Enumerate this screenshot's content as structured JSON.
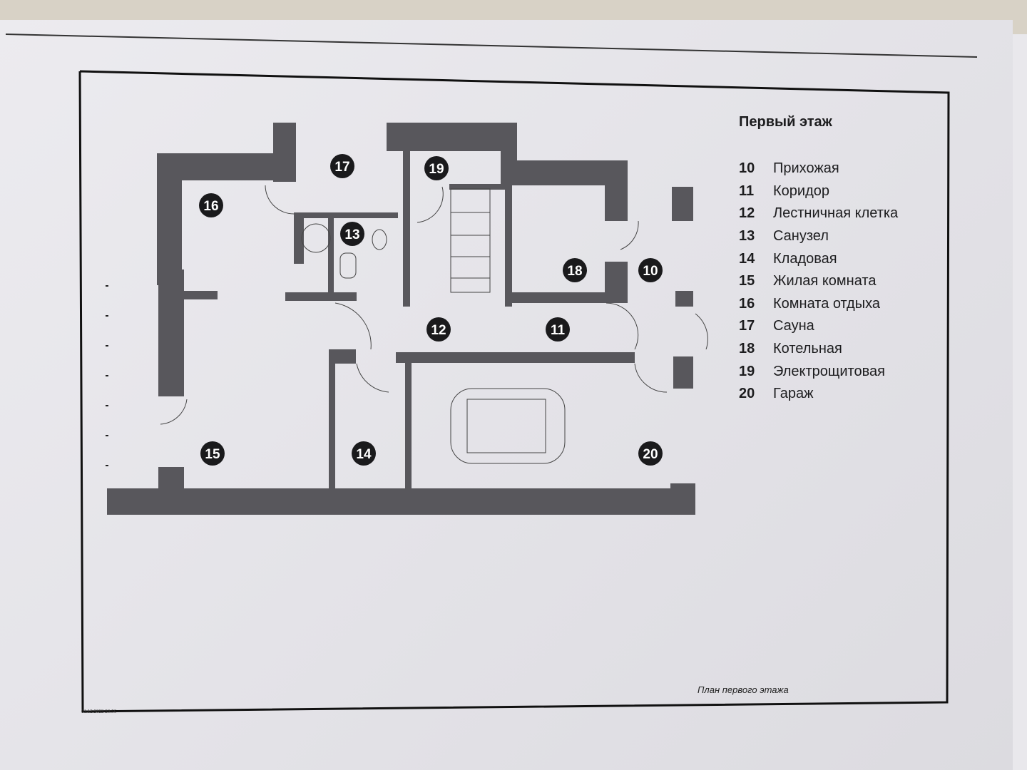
{
  "legend": {
    "title": "Первый этаж",
    "items": [
      {
        "num": "10",
        "label": "Прихожая"
      },
      {
        "num": "11",
        "label": "Коридор"
      },
      {
        "num": "12",
        "label": "Лестничная клетка"
      },
      {
        "num": "13",
        "label": "Санузел"
      },
      {
        "num": "14",
        "label": "Кладовая"
      },
      {
        "num": "15",
        "label": "Жилая комната"
      },
      {
        "num": "16",
        "label": "Комната отдыха"
      },
      {
        "num": "17",
        "label": "Сауна"
      },
      {
        "num": "18",
        "label": "Котельная"
      },
      {
        "num": "19",
        "label": "Электрощитовая"
      },
      {
        "num": "20",
        "label": "Гараж"
      }
    ]
  },
  "rooms": [
    "16",
    "17",
    "19",
    "13",
    "18",
    "10",
    "12",
    "11",
    "15",
    "14",
    "20"
  ],
  "caption": "План первого этажа",
  "timestamp": "01.12.2022 20:56",
  "colors": {
    "wall": "#58575c",
    "badge": "#1a1a1c"
  }
}
